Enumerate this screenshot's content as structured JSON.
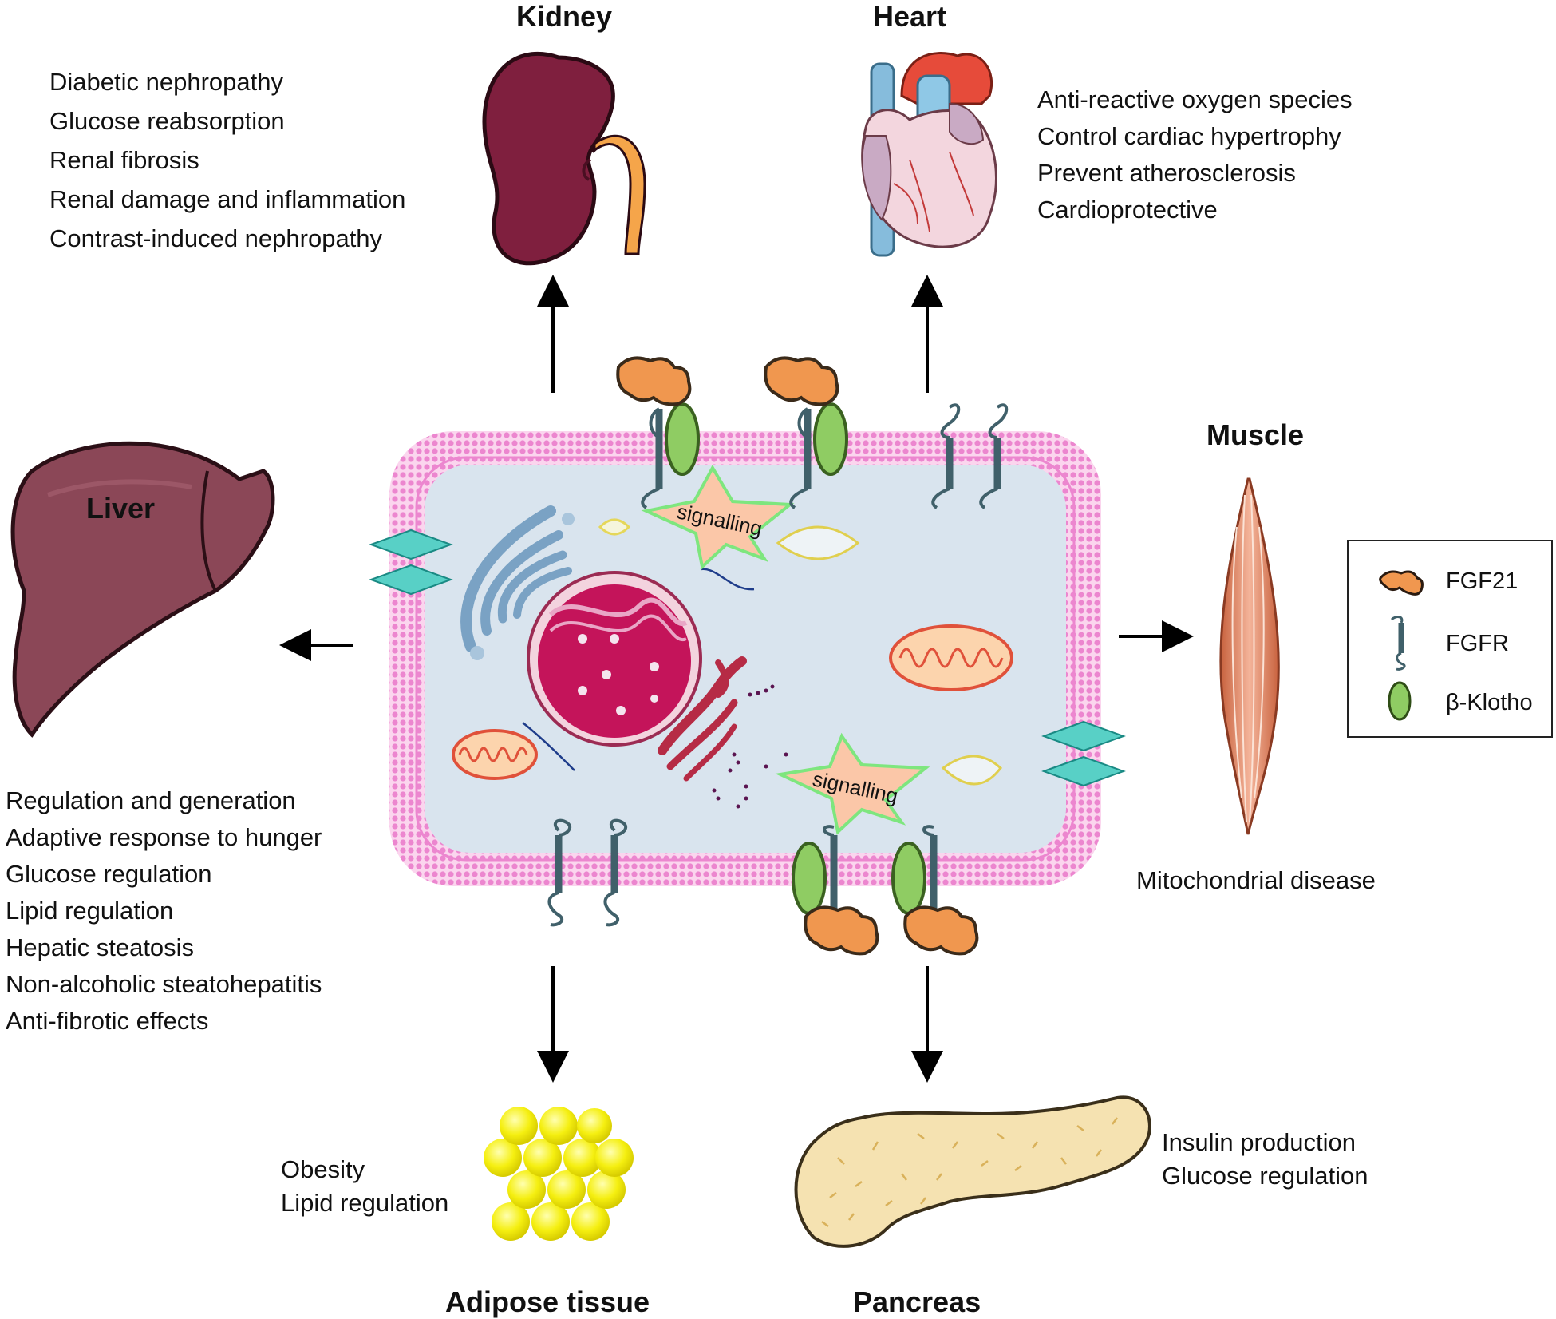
{
  "organs": {
    "kidney": {
      "title": "Kidney",
      "effects": [
        "Diabetic nephropathy",
        "Glucose reabsorption",
        "Renal fibrosis",
        "Renal damage and inflammation",
        "Contrast-induced nephropathy"
      ]
    },
    "heart": {
      "title": "Heart",
      "effects": [
        "Anti-reactive oxygen species",
        "Control cardiac hypertrophy",
        "Prevent atherosclerosis",
        "Cardioprotective"
      ]
    },
    "liver": {
      "title": "Liver",
      "effects": [
        "Regulation and generation",
        "Adaptive response to hunger",
        "Glucose regulation",
        "Lipid regulation",
        "Hepatic steatosis",
        "Non-alcoholic steatohepatitis",
        "Anti-fibrotic effects"
      ]
    },
    "muscle": {
      "title": "Muscle",
      "effects": [
        "Mitochondrial disease"
      ]
    },
    "adipose": {
      "title": "Adipose tissue",
      "effects": [
        "Obesity",
        "Lipid regulation"
      ]
    },
    "pancreas": {
      "title": "Pancreas",
      "effects": [
        "Insulin production",
        "Glucose regulation"
      ]
    }
  },
  "cell": {
    "signal_label_top": "signalling",
    "signal_label_bottom": "signalling"
  },
  "legend": {
    "items": [
      {
        "label": "FGF21",
        "icon": "fgf21-icon"
      },
      {
        "label": "FGFR",
        "icon": "fgfr-icon"
      },
      {
        "label": "β-Klotho",
        "icon": "beta-klotho-icon"
      }
    ]
  },
  "colors": {
    "fgf21": "#f0974f",
    "klotho": "#8fcc63",
    "receptor": "#40606a",
    "membrane": "#f09ad8",
    "cytoplasm": "#d9e4ee",
    "nucleus": "#c4145a",
    "kidney": "#7f1f3e",
    "liver": "#8b4757",
    "fat": "#f2ee12",
    "pancreas": "#f5e2b1",
    "muscle": "#e89a7c"
  }
}
